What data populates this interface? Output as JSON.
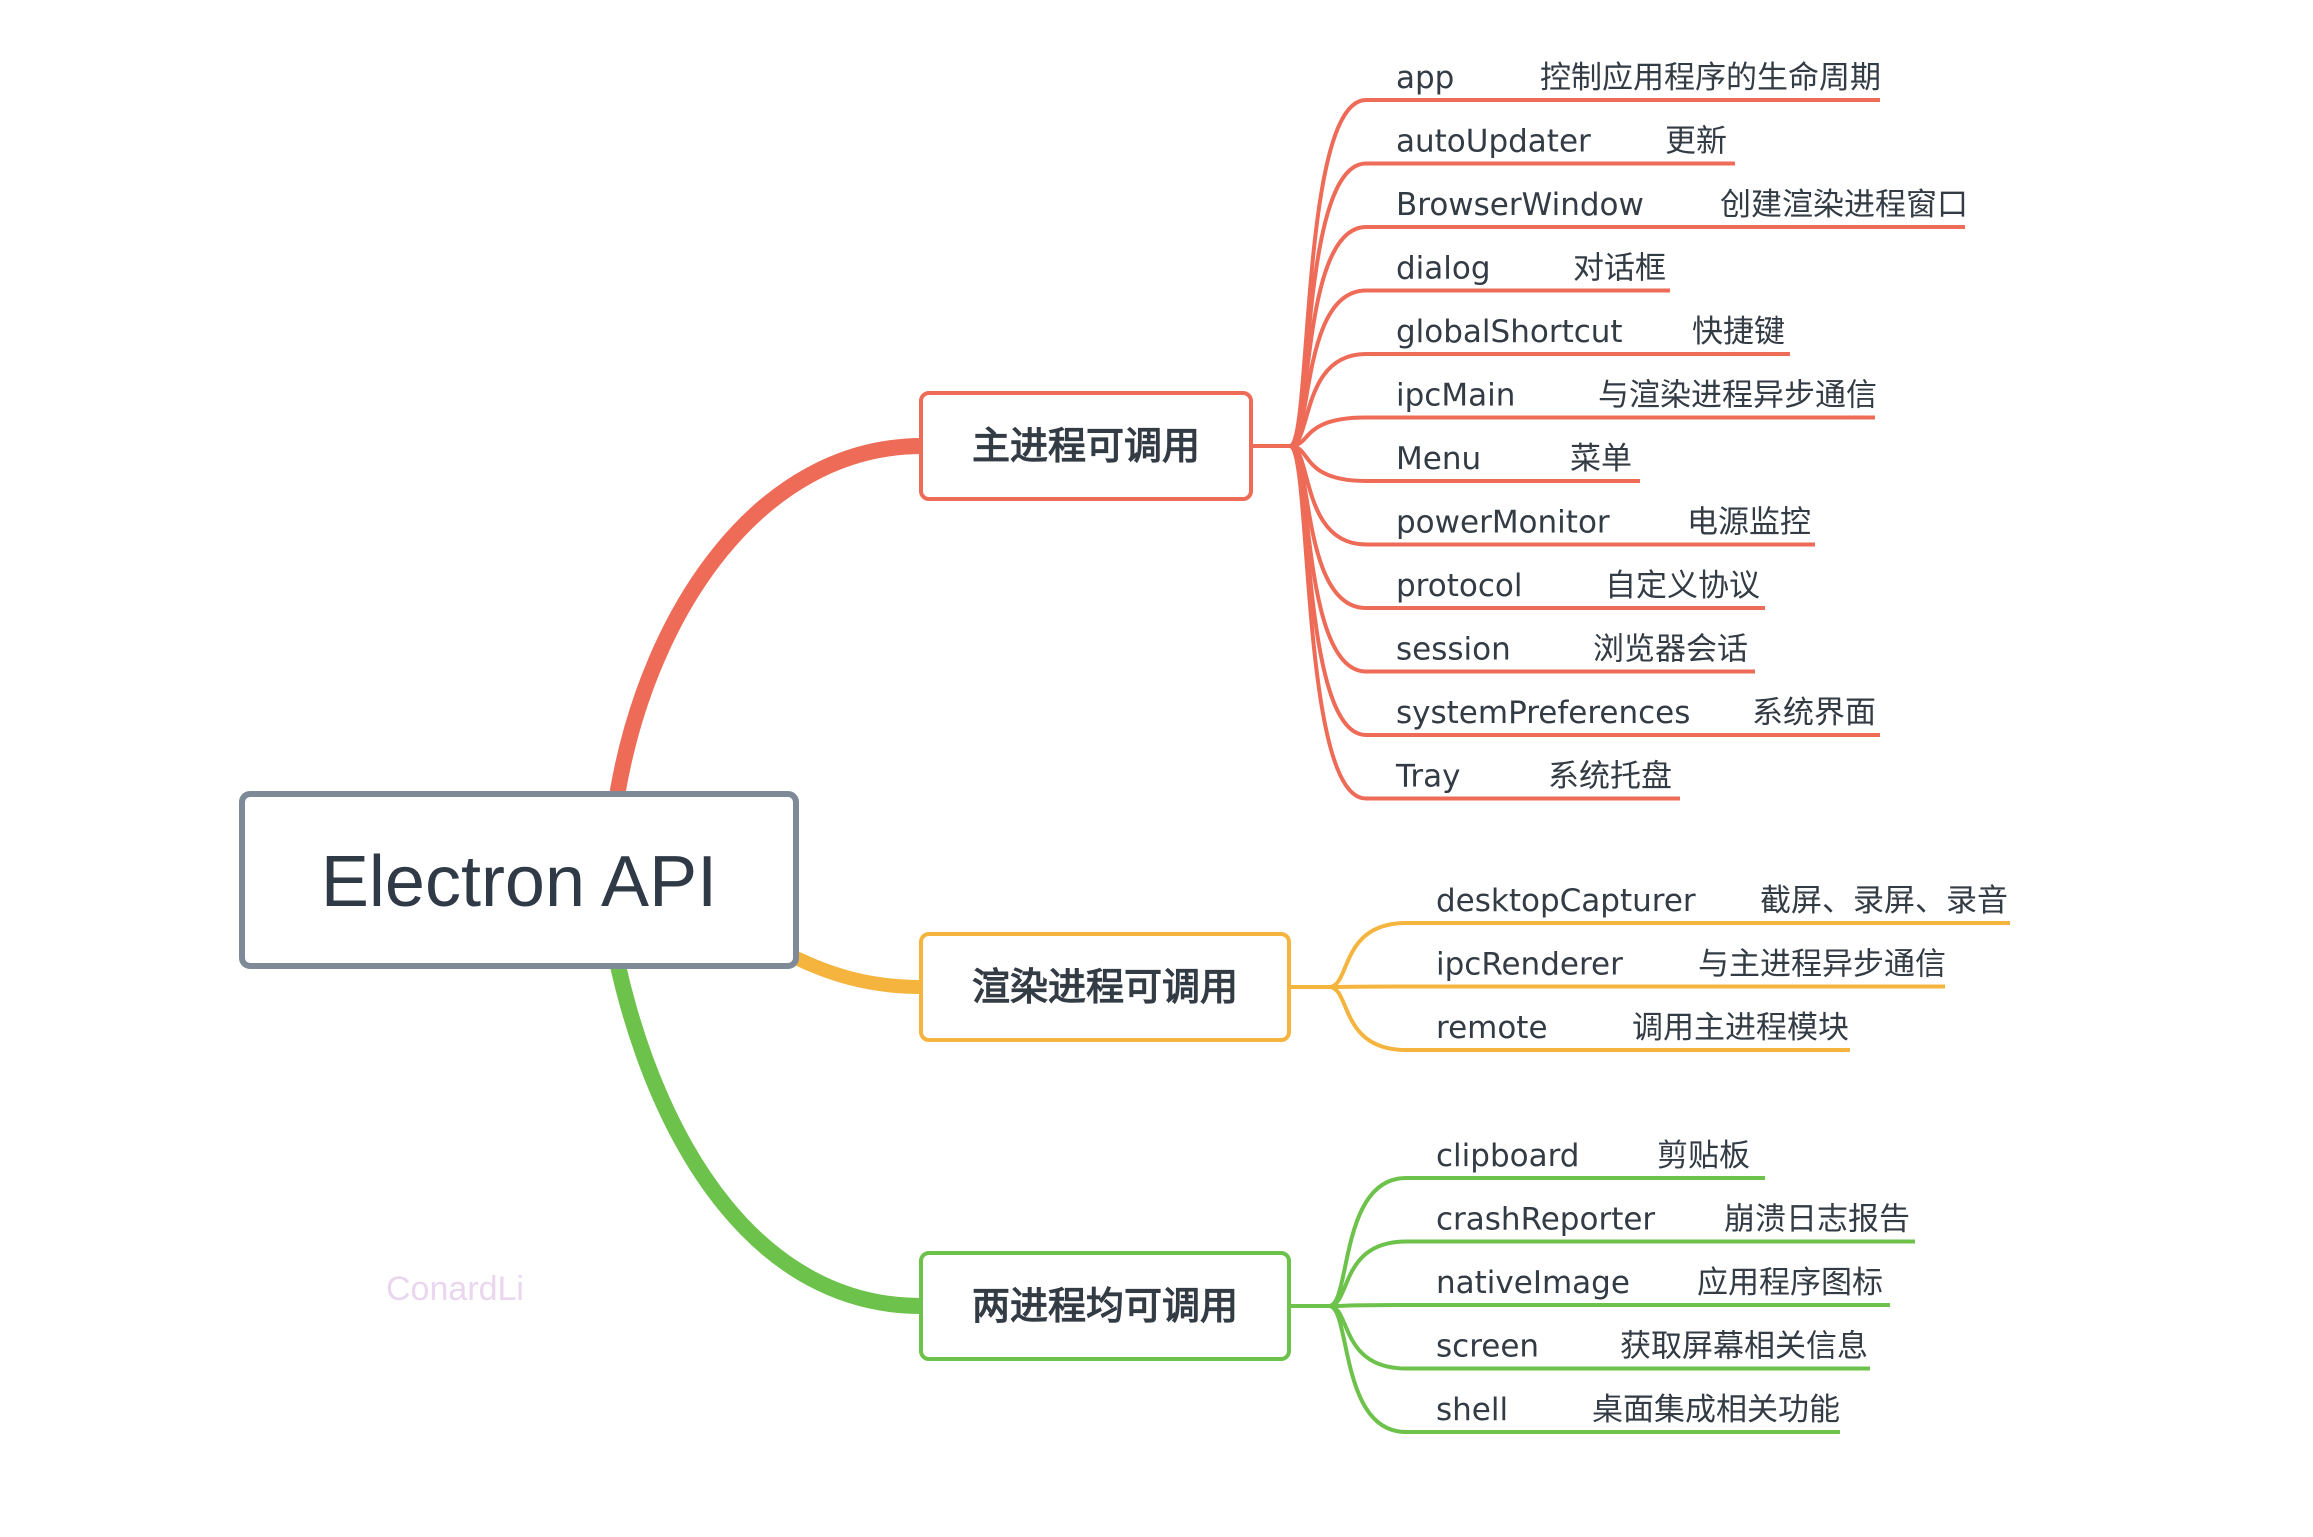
{
  "root": {
    "label": "Electron API"
  },
  "watermark": "ConardLi",
  "branches": [
    {
      "id": "main",
      "label": "主进程可调用",
      "color": "#ee6b57",
      "items": [
        {
          "name": "app",
          "desc": "控制应用程序的生命周期"
        },
        {
          "name": "autoUpdater",
          "desc": "更新"
        },
        {
          "name": "BrowserWindow",
          "desc": "创建渲染进程窗口"
        },
        {
          "name": "dialog",
          "desc": "对话框"
        },
        {
          "name": "globalShortcut",
          "desc": "快捷键"
        },
        {
          "name": "ipcMain",
          "desc": "与渲染进程异步通信"
        },
        {
          "name": "Menu",
          "desc": "菜单"
        },
        {
          "name": "powerMonitor",
          "desc": "电源监控"
        },
        {
          "name": "protocol",
          "desc": "自定义协议"
        },
        {
          "name": "session",
          "desc": "浏览器会话"
        },
        {
          "name": "systemPreferences",
          "desc": "系统界面"
        },
        {
          "name": "Tray",
          "desc": "系统托盘"
        }
      ]
    },
    {
      "id": "renderer",
      "label": "渲染进程可调用",
      "color": "#f4b43e",
      "items": [
        {
          "name": "desktopCapturer",
          "desc": "截屏、录屏、录音"
        },
        {
          "name": "ipcRenderer",
          "desc": "与主进程异步通信"
        },
        {
          "name": "remote",
          "desc": "调用主进程模块"
        }
      ]
    },
    {
      "id": "both",
      "label": "两进程均可调用",
      "color": "#6cc24a",
      "items": [
        {
          "name": "clipboard",
          "desc": "剪贴板"
        },
        {
          "name": "crashReporter",
          "desc": "崩溃日志报告"
        },
        {
          "name": "nativeImage",
          "desc": "应用程序图标"
        },
        {
          "name": "screen",
          "desc": "获取屏幕相关信息"
        },
        {
          "name": "shell",
          "desc": "桌面集成相关功能"
        }
      ]
    }
  ]
}
